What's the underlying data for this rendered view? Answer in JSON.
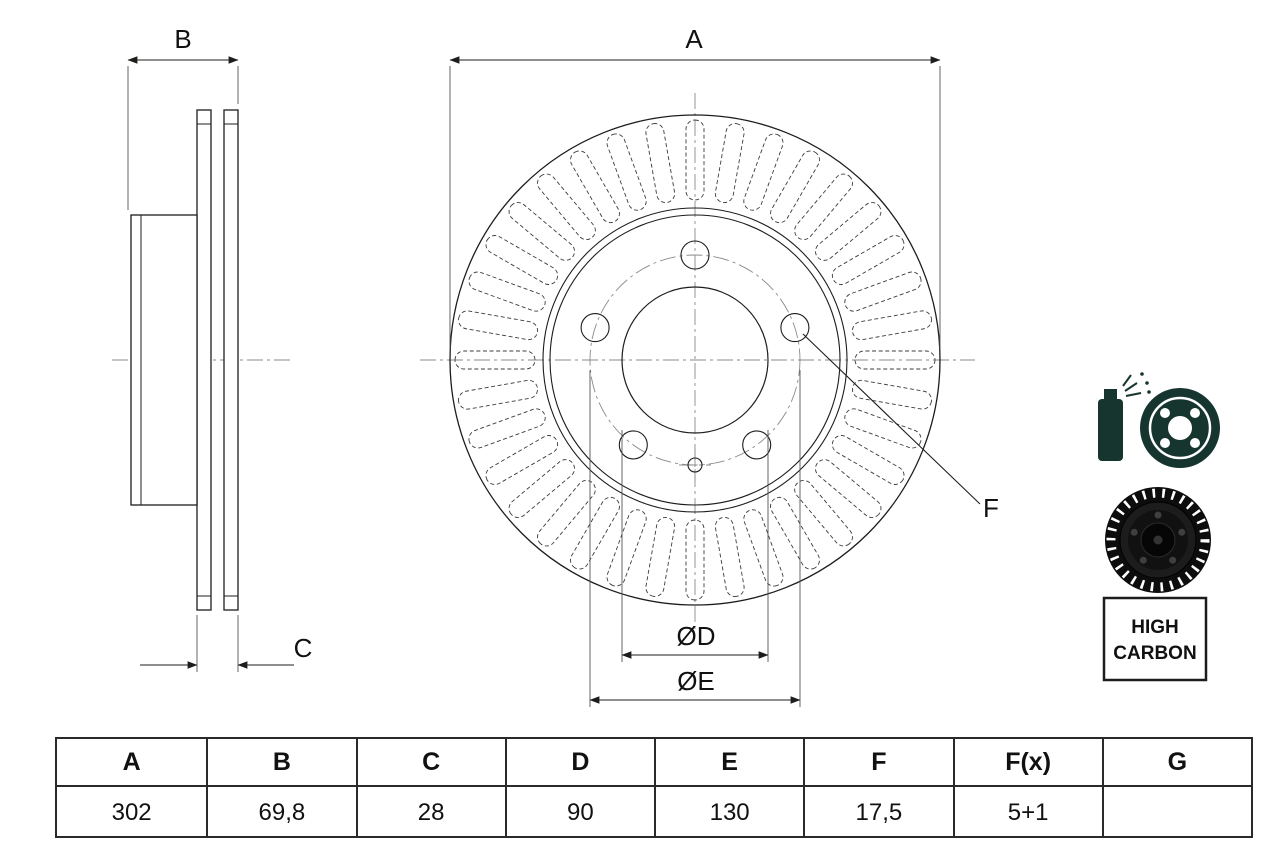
{
  "labels": {
    "dim_a": "A",
    "dim_b": "B",
    "dim_c": "C",
    "dim_d": "ØD",
    "dim_e": "ØE",
    "dim_f": "F"
  },
  "badge": {
    "line1": "HIGH",
    "line2": "CARBON"
  },
  "icons": {
    "coating_spray": "spray-coated-disc-icon",
    "disc_photo": "brake-disc-side-icon"
  },
  "colors": {
    "line": "#1d1d1b",
    "centerline": "#8a8a8a",
    "icon_dark": "#16352e"
  },
  "table": {
    "headers": [
      "A",
      "B",
      "C",
      "D",
      "E",
      "F",
      "F(x)",
      "G"
    ],
    "values": [
      "302",
      "69,8",
      "28",
      "90",
      "130",
      "17,5",
      "5+1",
      ""
    ]
  }
}
